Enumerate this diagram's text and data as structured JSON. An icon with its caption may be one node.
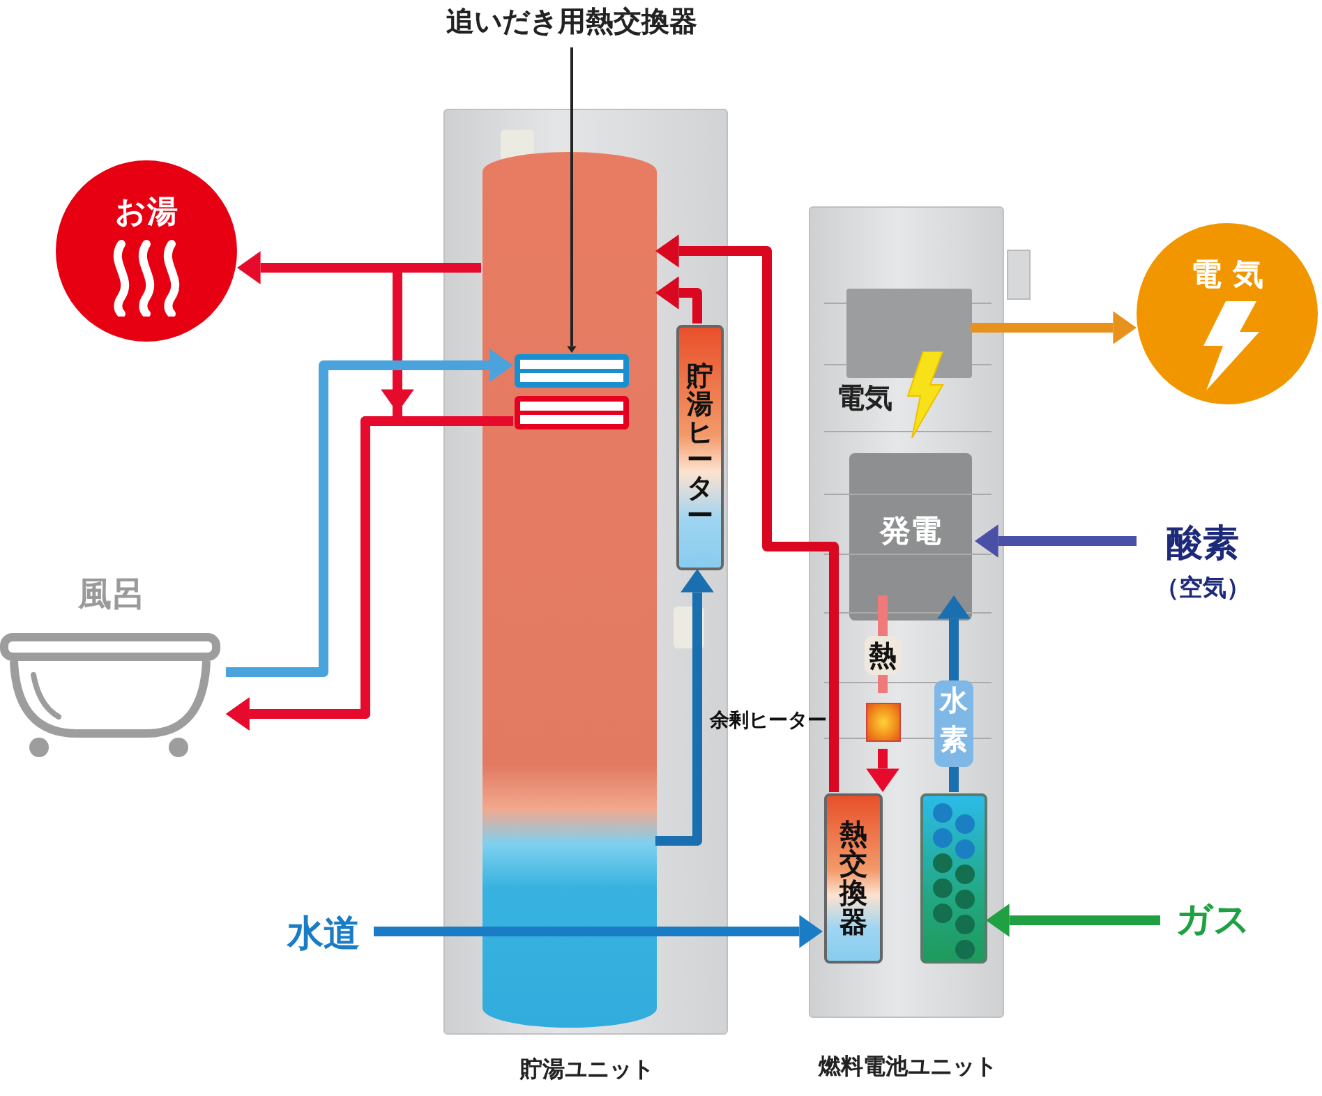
{
  "diagram": {
    "nodes": [
      {
        "text": [
          "貯湯ユニット"
        ]
      },
      {
        "text": [],
        "shape": "cylinder",
        "in": 0
      },
      {
        "text": [
          "追いだき用熱交換器"
        ]
      },
      {
        "text": [],
        "shape": "box",
        "in": 1
      },
      {
        "text": [],
        "shape": "box",
        "in": 1
      },
      {
        "text": [
          "貯湯ヒーター"
        ],
        "in": 0
      },
      {
        "text": [
          "燃料電池ユニット"
        ]
      },
      {
        "text": [
          "発電"
        ],
        "in": 6
      },
      {
        "text": [
          "熱交換器"
        ],
        "in": 6
      },
      {
        "text": [],
        "shape": "box",
        "in": 6,
        "beside": [
          "電気"
        ]
      },
      {
        "text": [
          "余剰ヒーター"
        ],
        "in": 6
      },
      {
        "text": [
          "お湯"
        ]
      },
      {
        "text": [
          "風呂"
        ]
      },
      {
        "text": [
          "電 気"
        ]
      },
      {
        "text": [
          "酸素",
          "（空気）"
        ]
      },
      {
        "text": [
          "ガス"
        ]
      },
      {
        "text": [
          "水道"
        ]
      },
      {
        "text": [],
        "shape": "box",
        "in": 6
      }
    ],
    "edges": [
      {
        "from": 2,
        "to": 3,
        "arrow": "to",
        "color": "#222222"
      },
      {
        "from": 1,
        "to": 11,
        "arrow": "to",
        "color": "#e60b2d"
      },
      {
        "from": 1,
        "to": 12,
        "arrow": "to",
        "color": "#e60b2d"
      },
      {
        "from": 12,
        "to": 3,
        "arrow": "to",
        "color": "#4aa3dc"
      },
      {
        "from": 4,
        "to": 12,
        "arrow": "to",
        "color": "#e60b2d"
      },
      {
        "from": 16,
        "to": 8,
        "arrow": "to",
        "color": "#1a7cc4"
      },
      {
        "from": 1,
        "to": 5,
        "arrow": "to",
        "color": "#1a6fb0"
      },
      {
        "from": 5,
        "to": 1,
        "arrow": "to",
        "color": "#d9071f"
      },
      {
        "from": 8,
        "to": 1,
        "arrow": "to",
        "color": "#d9071f"
      },
      {
        "from": 7,
        "to": 10,
        "arrow": "none",
        "label": "熱",
        "color": "#f07a7a"
      },
      {
        "from": 10,
        "to": 8,
        "arrow": "to",
        "color": "#e60b2d"
      },
      {
        "from": 17,
        "to": 7,
        "arrow": "to",
        "label": "水素",
        "color": "#1a6fb0"
      },
      {
        "from": 14,
        "to": 7,
        "arrow": "to",
        "color": "#4a4fa8"
      },
      {
        "from": 15,
        "to": 17,
        "arrow": "to",
        "color": "#1fa042"
      },
      {
        "from": 9,
        "to": 13,
        "arrow": "to",
        "color": "#e8921e"
      }
    ]
  }
}
